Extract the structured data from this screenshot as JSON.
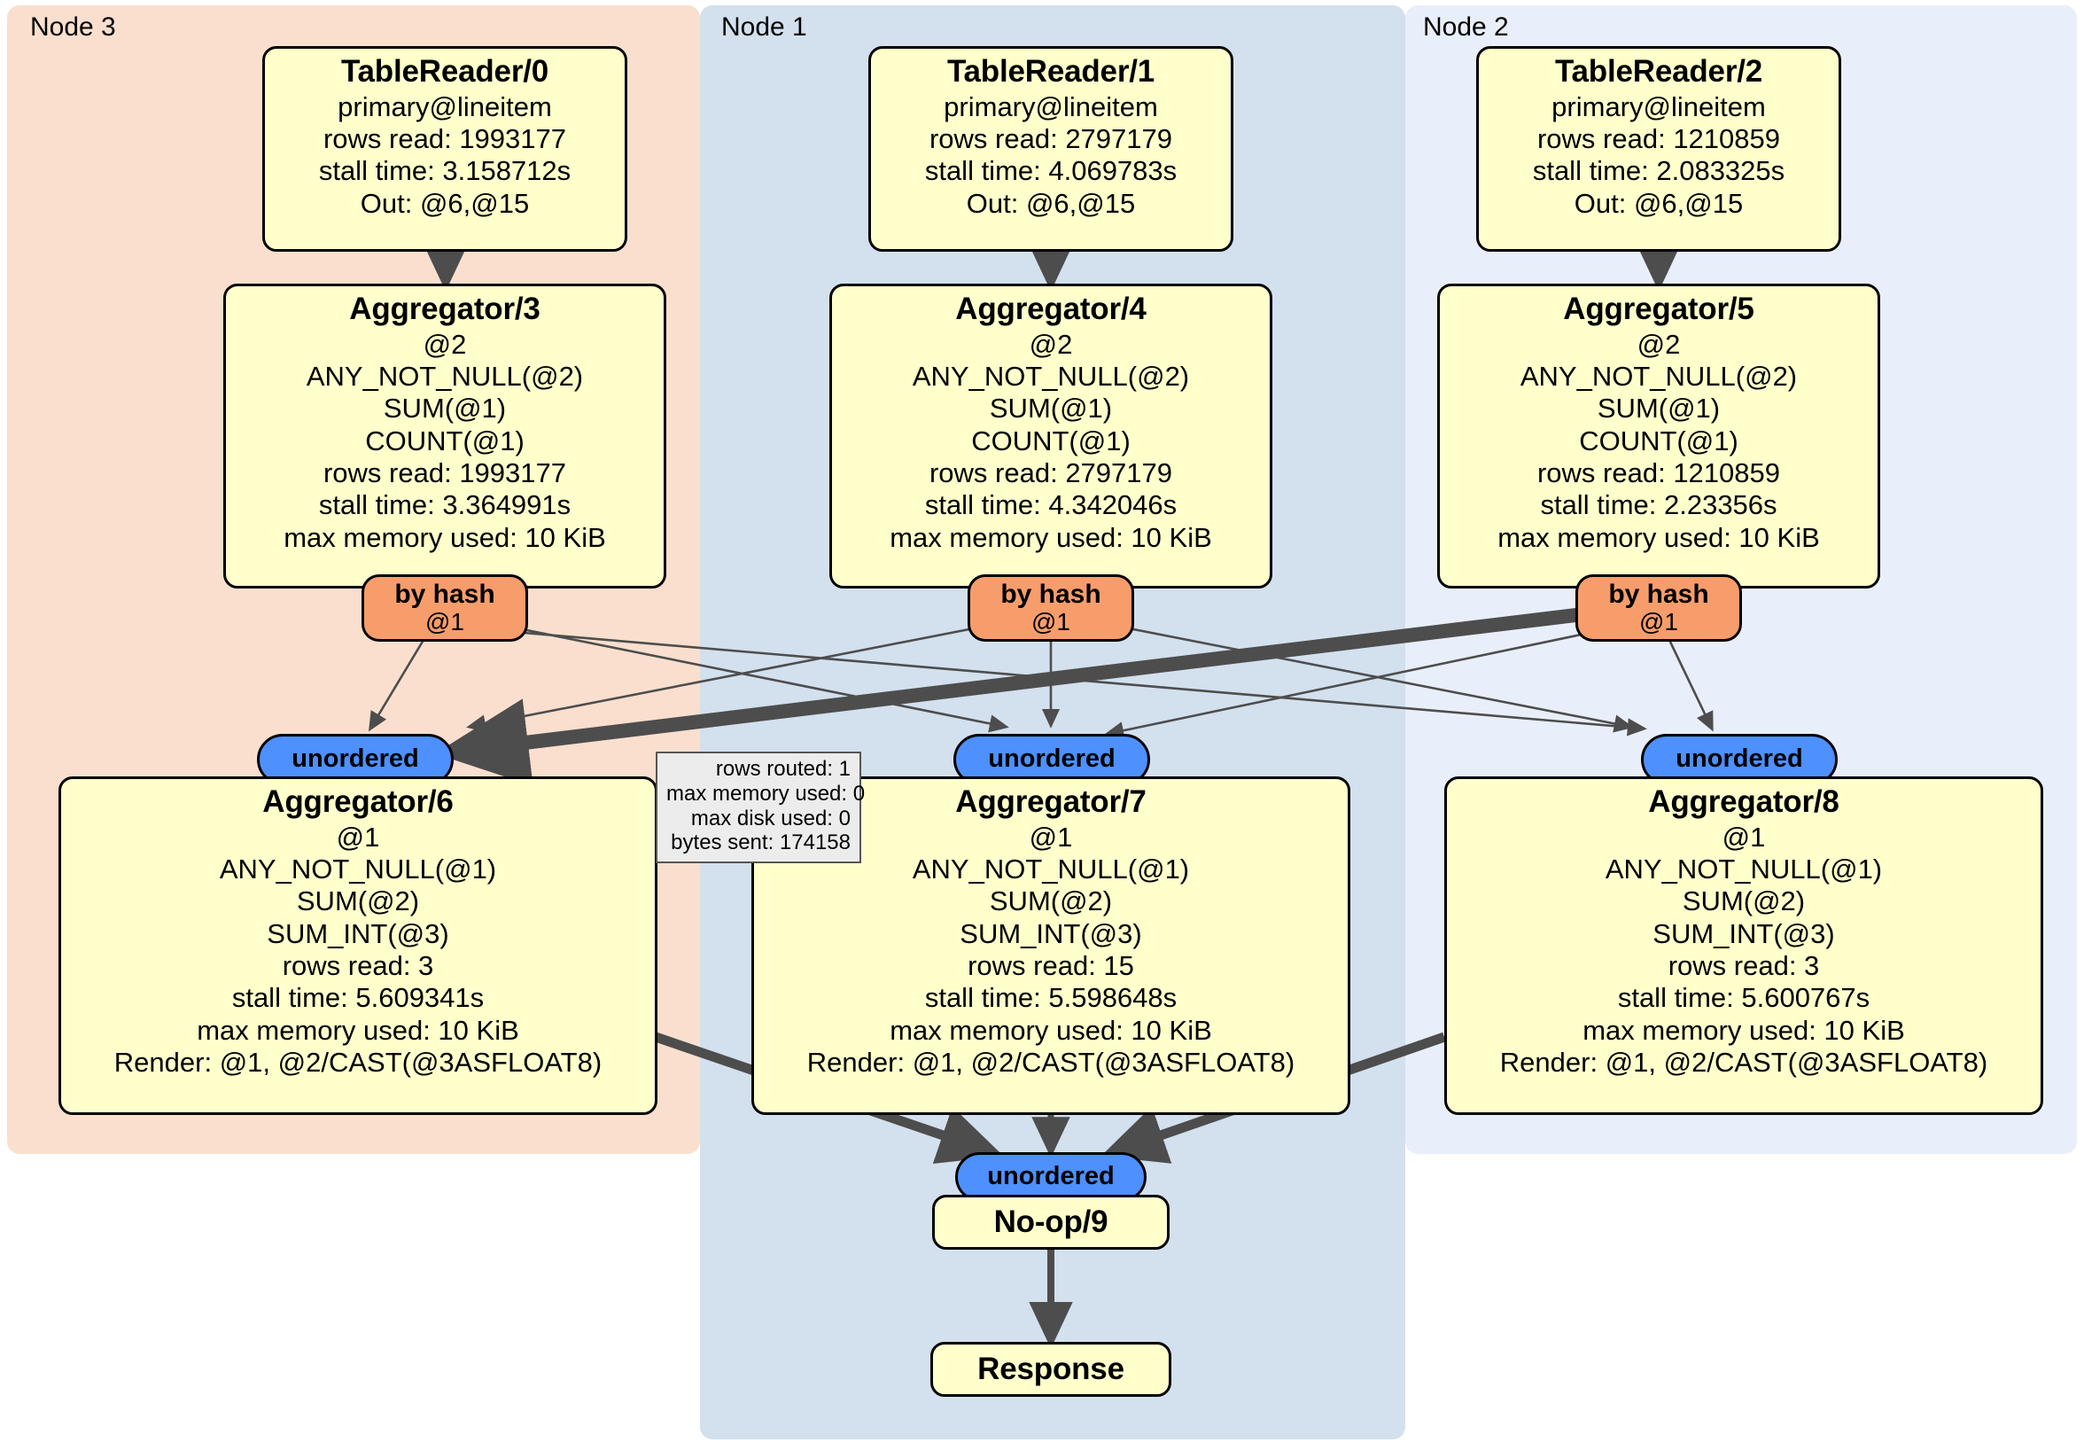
{
  "diagram": {
    "kind": "distributed-query-execution-plan",
    "regions": [
      {
        "id": "node3",
        "label": "Node 3",
        "color": "#fadfce"
      },
      {
        "id": "node1",
        "label": "Node 1",
        "color": "#d3e0ee"
      },
      {
        "id": "node2",
        "label": "Node 2",
        "color": "#e9effa"
      }
    ],
    "processors": [
      {
        "id": "tablereader-0",
        "title": "TableReader/0",
        "lines": [
          "primary@lineitem",
          "rows read: 1993177",
          "stall time: 3.158712s",
          "Out: @6,@15"
        ]
      },
      {
        "id": "tablereader-1",
        "title": "TableReader/1",
        "lines": [
          "primary@lineitem",
          "rows read: 2797179",
          "stall time: 4.069783s",
          "Out: @6,@15"
        ]
      },
      {
        "id": "tablereader-2",
        "title": "TableReader/2",
        "lines": [
          "primary@lineitem",
          "rows read: 1210859",
          "stall time: 2.083325s",
          "Out: @6,@15"
        ]
      },
      {
        "id": "aggregator-3",
        "title": "Aggregator/3",
        "lines": [
          "@2",
          "ANY_NOT_NULL(@2)",
          "SUM(@1)",
          "COUNT(@1)",
          "rows read: 1993177",
          "stall time: 3.364991s",
          "max memory used: 10 KiB"
        ]
      },
      {
        "id": "aggregator-4",
        "title": "Aggregator/4",
        "lines": [
          "@2",
          "ANY_NOT_NULL(@2)",
          "SUM(@1)",
          "COUNT(@1)",
          "rows read: 2797179",
          "stall time: 4.342046s",
          "max memory used: 10 KiB"
        ]
      },
      {
        "id": "aggregator-5",
        "title": "Aggregator/5",
        "lines": [
          "@2",
          "ANY_NOT_NULL(@2)",
          "SUM(@1)",
          "COUNT(@1)",
          "rows read: 1210859",
          "stall time: 2.23356s",
          "max memory used: 10 KiB"
        ]
      },
      {
        "id": "aggregator-6",
        "title": "Aggregator/6",
        "lines": [
          "@1",
          "ANY_NOT_NULL(@1)",
          "SUM(@2)",
          "SUM_INT(@3)",
          "rows read: 3",
          "stall time: 5.609341s",
          "max memory used: 10 KiB",
          "Render: @1, @2/CAST(@3ASFLOAT8)"
        ]
      },
      {
        "id": "aggregator-7",
        "title": "Aggregator/7",
        "lines": [
          "@1",
          "ANY_NOT_NULL(@1)",
          "SUM(@2)",
          "SUM_INT(@3)",
          "rows read: 15",
          "stall time: 5.598648s",
          "max memory used: 10 KiB",
          "Render: @1, @2/CAST(@3ASFLOAT8)"
        ]
      },
      {
        "id": "aggregator-8",
        "title": "Aggregator/8",
        "lines": [
          "@1",
          "ANY_NOT_NULL(@1)",
          "SUM(@2)",
          "SUM_INT(@3)",
          "rows read: 3",
          "stall time: 5.600767s",
          "max memory used: 10 KiB",
          "Render: @1, @2/CAST(@3ASFLOAT8)"
        ]
      },
      {
        "id": "noop-9",
        "title": "No-op/9",
        "lines": []
      },
      {
        "id": "response",
        "title": "Response",
        "lines": []
      }
    ],
    "routers": [
      {
        "id": "hash-router-3",
        "line1": "by hash",
        "line2": "@1",
        "color": "#f79d6c"
      },
      {
        "id": "hash-router-4",
        "line1": "by hash",
        "line2": "@1",
        "color": "#f79d6c"
      },
      {
        "id": "hash-router-5",
        "line1": "by hash",
        "line2": "@1",
        "color": "#f79d6c"
      }
    ],
    "synchronizers": [
      {
        "id": "unordered-6",
        "label": "unordered",
        "color": "#4d90fe"
      },
      {
        "id": "unordered-7",
        "label": "unordered",
        "color": "#4d90fe"
      },
      {
        "id": "unordered-8",
        "label": "unordered",
        "color": "#4d90fe"
      },
      {
        "id": "unordered-9",
        "label": "unordered",
        "color": "#4d90fe"
      }
    ],
    "stats_tooltip": {
      "id": "stream-stats",
      "lines": [
        "rows routed: 1",
        "max memory used: 0",
        "max disk used: 0",
        "bytes sent: 174158"
      ]
    },
    "palette": {
      "processor_fill": "#ffffcc",
      "processor_stroke": "#000000",
      "router_fill": "#f79d6c",
      "sync_fill": "#4d90fe",
      "edge_color": "#4d4d4d",
      "tooltip_fill": "#ececec"
    }
  }
}
